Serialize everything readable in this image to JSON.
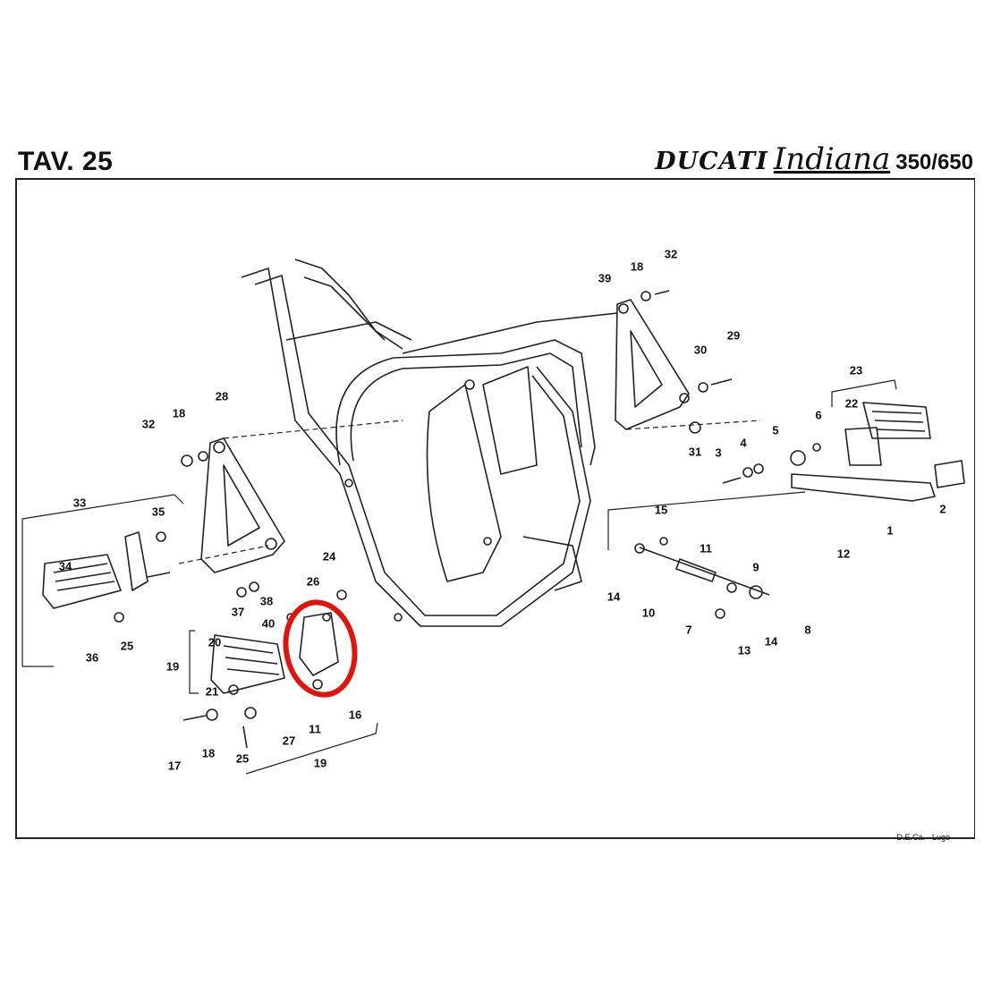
{
  "header": {
    "plate": "TAV. 25",
    "brand": "DUCATI",
    "model": "Indiana",
    "displacement": "350/650"
  },
  "credit": "D.E.Ca. - Lugo",
  "highlight_color": "#e3120b",
  "callouts": {
    "r32": "32",
    "r18": "18",
    "r39": "39",
    "r30": "30",
    "r29": "29",
    "r23": "23",
    "r22": "22",
    "r6": "6",
    "r4": "4",
    "r5": "5",
    "r31": "31",
    "r3": "3",
    "r2": "2",
    "r1": "1",
    "r12": "12",
    "r15": "15",
    "r11": "11",
    "r9": "9",
    "r14a": "14",
    "r10": "10",
    "r7": "7",
    "r8": "8",
    "r13": "13",
    "r14b": "14",
    "l28": "28",
    "l32": "32",
    "l18": "18",
    "l33": "33",
    "l35": "35",
    "l34": "34",
    "l37": "37",
    "l38": "38",
    "l36": "36",
    "l25": "25",
    "l24": "24",
    "l26": "26",
    "l40": "40",
    "l20": "20",
    "l19a": "19",
    "l21": "21",
    "l16": "16",
    "l11": "11",
    "l17": "17",
    "l18b": "18",
    "l27": "27",
    "l25b": "25",
    "l19b": "19"
  }
}
